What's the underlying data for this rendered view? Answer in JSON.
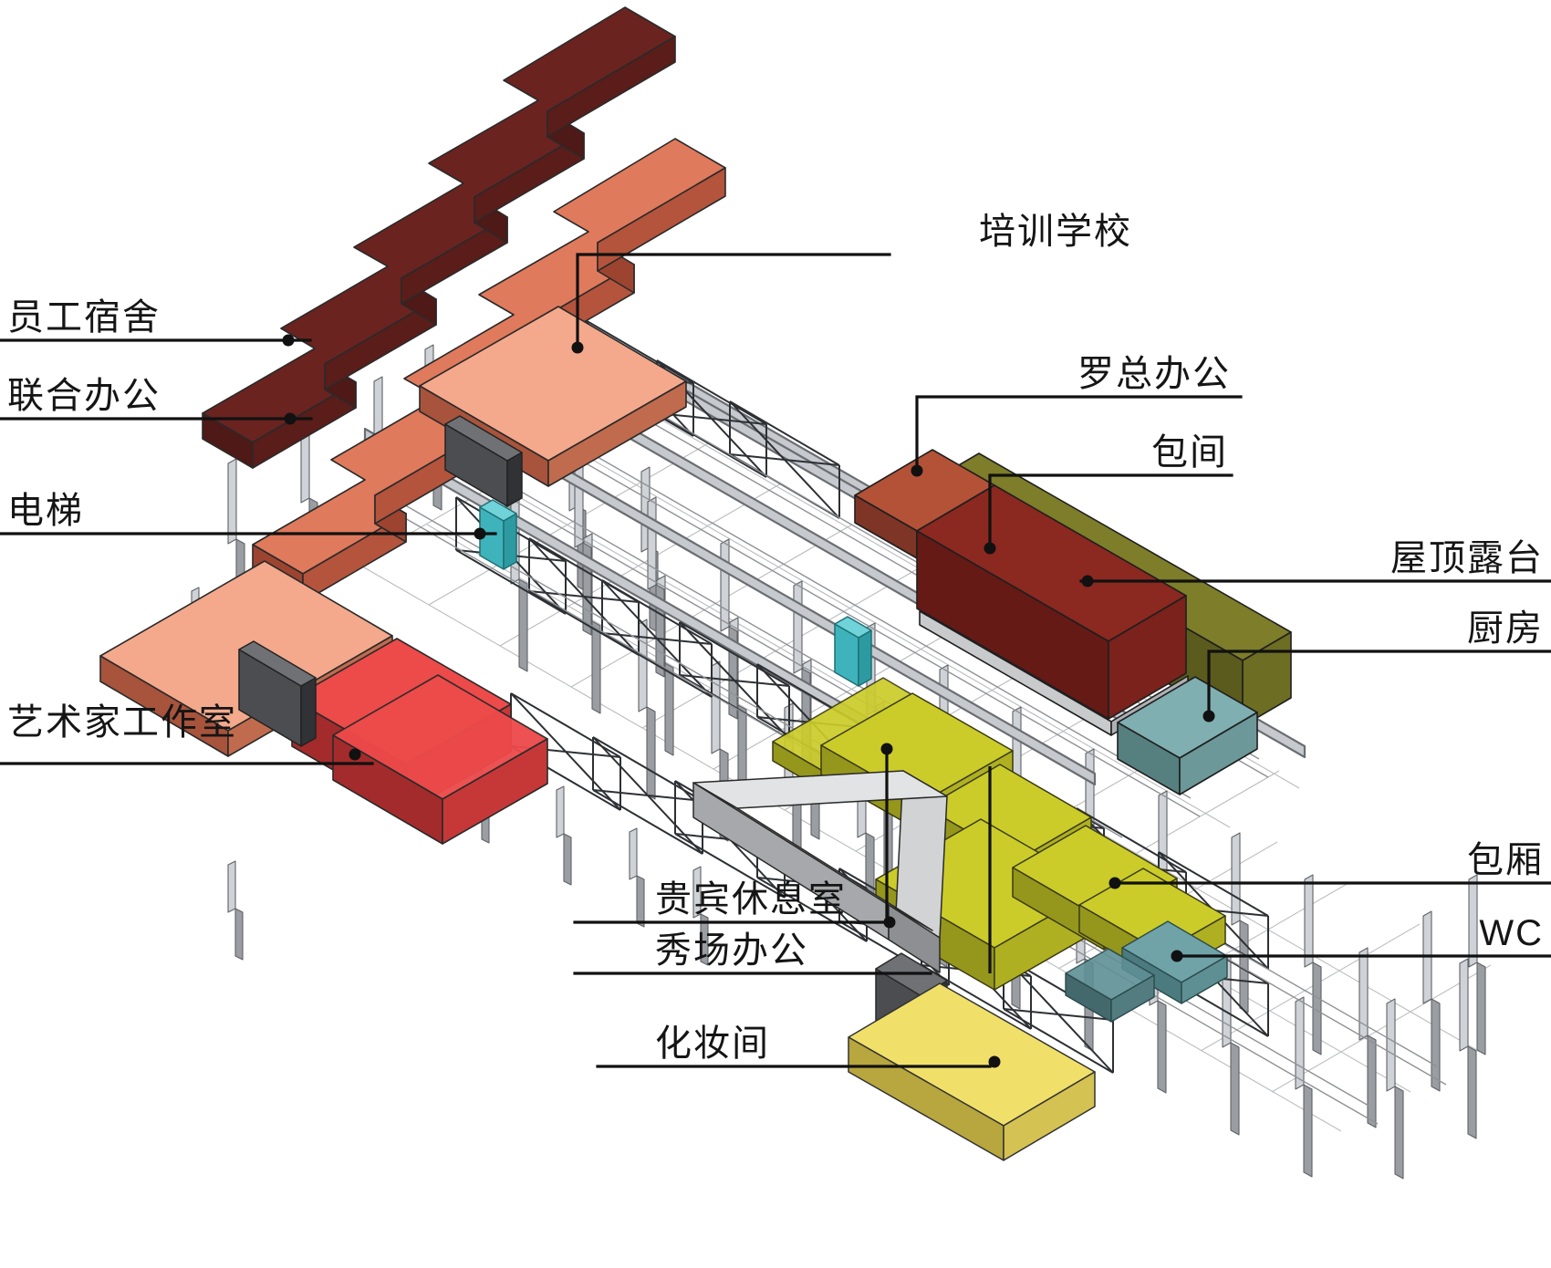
{
  "diagram": {
    "type": "architectural-axonometric-program-diagram",
    "background_color": "#ffffff",
    "line_color": "#151515"
  },
  "labels": {
    "staff_dormitory": "员工宿舍",
    "co_working": "联合办公",
    "elevator": "电梯",
    "artist_studio": "艺术家工作室",
    "training_school": "培训学校",
    "luo_office": "罗总办公",
    "private_room": "包间",
    "roof_terrace": "屋顶露台",
    "kitchen": "厨房",
    "vip_lounge": "贵宾休息室",
    "show_office": "秀场办公",
    "dressing_room": "化妆间",
    "box_room": "包厢",
    "wc": "WC"
  },
  "palette": {
    "dormitory_top": "#6b2320",
    "dormitory_side": "#4e1916",
    "coworking_top": "#e07a5c",
    "coworking_side": "#9d4431",
    "training_top": "#f4a98c",
    "training_side": "#a8533c",
    "artist_top": "#ed4a4a",
    "artist_side": "#a42b2b",
    "core_gray_top": "#6f7175",
    "core_gray_side": "#3c3e42",
    "elevator_teal_top": "#5fc6cd",
    "elevator_teal_side": "#2d9aa2",
    "terrace_olive_top": "#7d7d2a",
    "terrace_olive_side": "#5b5b1d",
    "luo_brick_top": "#b35237",
    "luo_brick_side": "#7e3525",
    "private_maroon_top": "#8b2820",
    "private_maroon_side": "#651a15",
    "kitchen_teal_top": "#7fafb0",
    "kitchen_teal_side": "#55807f",
    "box_yellow_top": "#cbcc2a",
    "box_yellow_side": "#95961c",
    "dressing_yellow_top": "#f0e06a",
    "dressing_yellow_side": "#b8a63e",
    "ramp_gray_top": "#d2d3d4",
    "ramp_gray_side": "#8d8f92",
    "steel_light": "#d8dade",
    "steel_mid": "#a9acb1",
    "steel_dark": "#6d7075",
    "wc_teal_top": "#6fa3a8",
    "wc_teal_side": "#4b7b7f"
  }
}
